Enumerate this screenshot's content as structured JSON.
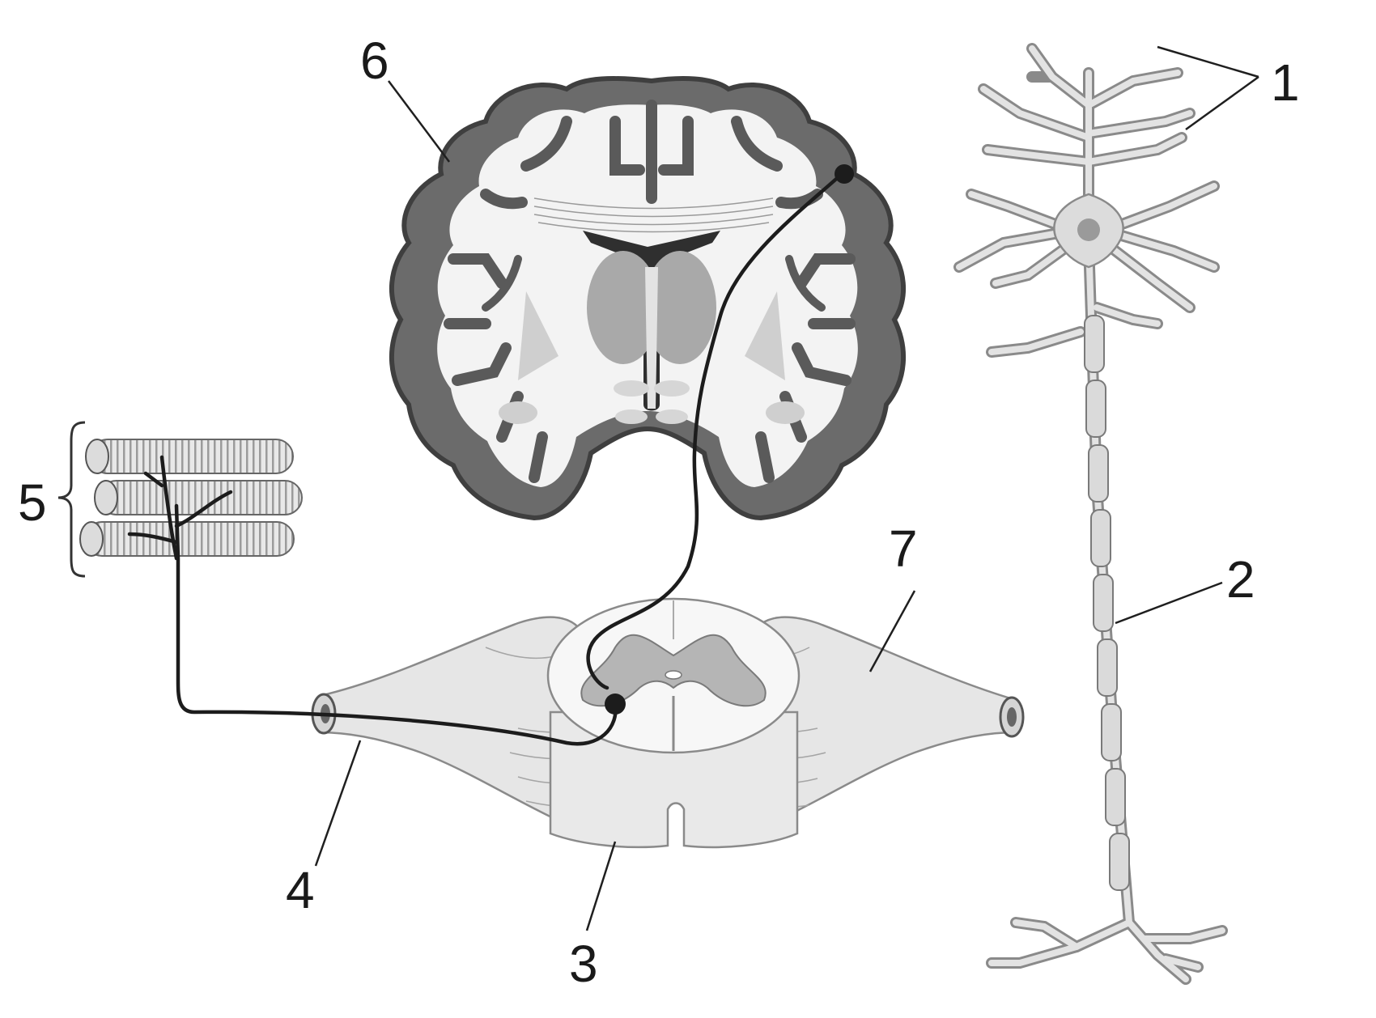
{
  "labels": {
    "l1": "1",
    "l2": "2",
    "l3": "3",
    "l4": "4",
    "l5": "5",
    "l6": "6",
    "l7": "7"
  },
  "colors": {
    "cortex": "#6b6b6b",
    "cortex_edge": "#3f3f3f",
    "white_matter": "#f3f3f3",
    "deep_nuclei": "#c8c8c8",
    "neuron": "#dcdcdc",
    "neuron_edge": "#8a8a8a",
    "pathway": "#1c1c1c",
    "nerve": "#e6e6e6"
  },
  "icons": {
    "neuron": "multipolar-neuron-icon",
    "brain": "coronal-brain-section-icon",
    "spinal_cord": "spinal-cord-cross-section-icon",
    "muscle": "muscle-fibers-icon"
  }
}
